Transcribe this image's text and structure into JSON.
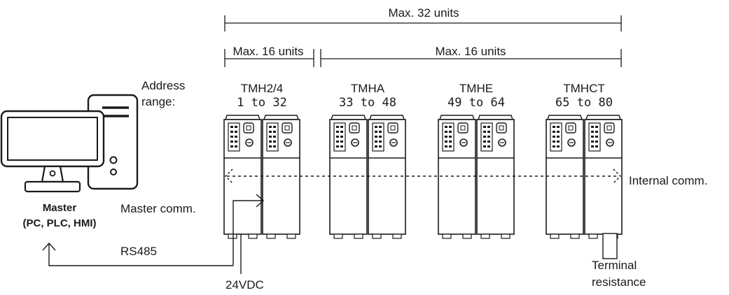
{
  "spans": {
    "total": "Max. 32 units",
    "first": "Max. 16 units",
    "second": "Max. 16 units"
  },
  "address_label": "Address\nrange:",
  "groups": [
    {
      "name": "TMH2/4",
      "range": "1 to 32"
    },
    {
      "name": "TMHA",
      "range": "33 to 48"
    },
    {
      "name": "TMHE",
      "range": "49 to 64"
    },
    {
      "name": "TMHCT",
      "range": "65 to 80"
    }
  ],
  "master": {
    "label": "Master",
    "sublabel": "(PC, PLC, HMI)"
  },
  "labels": {
    "master_comm": "Master comm.",
    "internal_comm": "Internal comm.",
    "rs485": "RS485",
    "power": "24VDC",
    "terminal": "Terminal\nresistance"
  },
  "colors": {
    "line": "#1a1a1a",
    "background": "#ffffff"
  }
}
